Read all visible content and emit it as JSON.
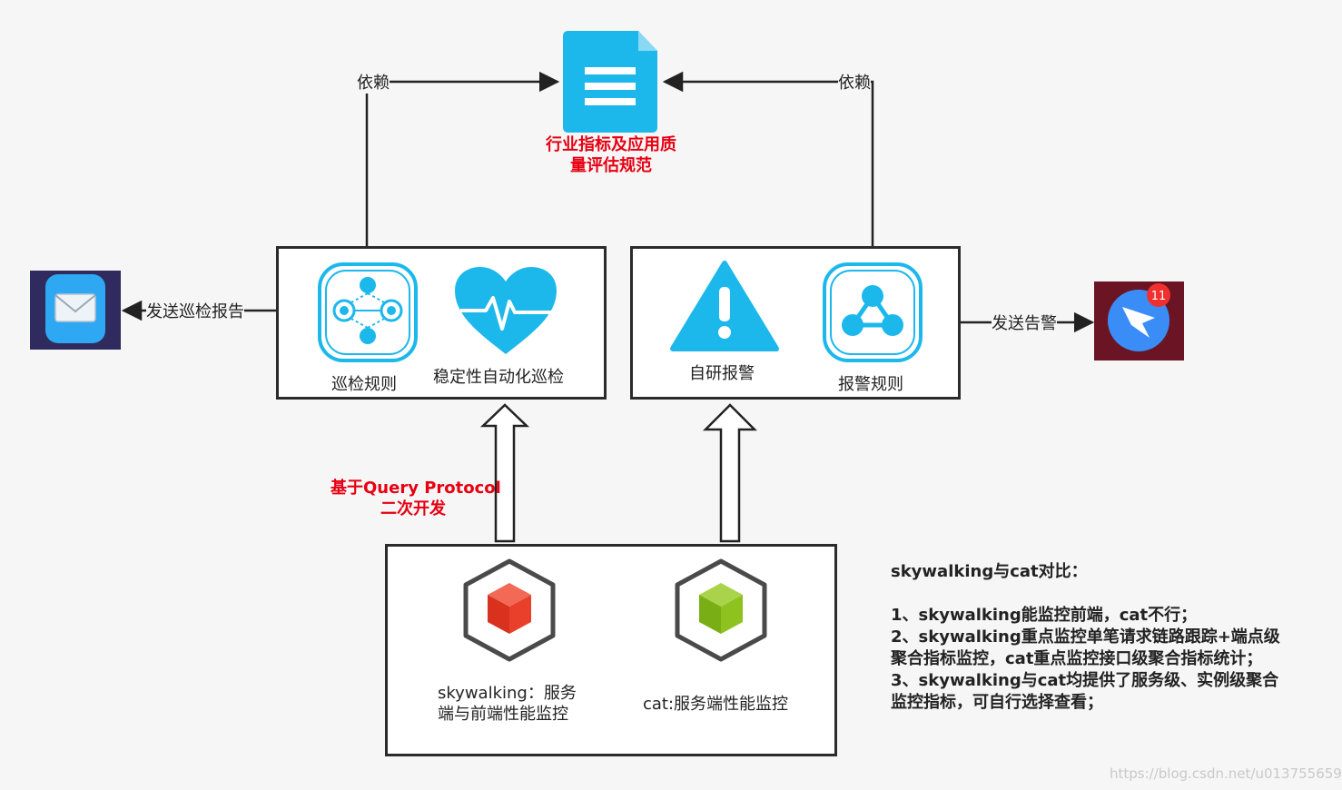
{
  "spec": {
    "line1": "行业指标及应用质",
    "line2": "量评估规范"
  },
  "dep_left": "依赖",
  "dep_right": "依赖",
  "send_report": "发送巡检报告",
  "send_alert": "发送告警",
  "inspect_box": {
    "rule_label": "巡检规则",
    "auto_label": "稳定性自动化巡检"
  },
  "alert_box": {
    "self_label": "自研报警",
    "rule_label": "报警规则"
  },
  "dev_note": {
    "line1": "基于Query Protocol",
    "line2": "二次开发"
  },
  "sources": {
    "sky_line1": "skywalking：服务",
    "sky_line2": "端与前端性能监控",
    "cat_label": "cat:服务端性能监控"
  },
  "notes": {
    "title": "skywalking与cat对比：",
    "l1": "1、skywalking能监控前端，cat不行；",
    "l2a": "2、skywalking重点监控单笔请求链路跟踪+端点级",
    "l2b": "聚合指标监控，cat重点监控接口级聚合指标统计；",
    "l3a": "3、skywalking与cat均提供了服务级、实例级聚合",
    "l3b": "监控指标，可自行选择查看；"
  },
  "badge": "11",
  "watermark": "https://blog.csdn.net/u013755659",
  "colors": {
    "accent": "#1cb8ec",
    "red": "#e60012",
    "cube_red": "#e9402b",
    "cube_green": "#8dc21f"
  }
}
